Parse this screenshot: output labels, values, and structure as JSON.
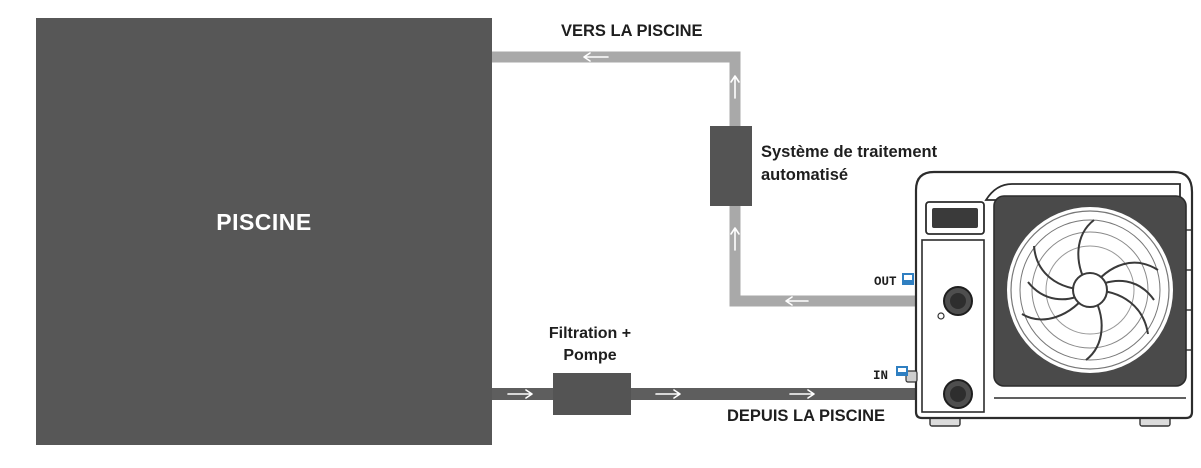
{
  "pool": {
    "label": "PISCINE"
  },
  "return_line": {
    "label": "VERS LA PISCINE"
  },
  "supply_line": {
    "label": "DEPUIS LA PISCINE"
  },
  "treatment_system": {
    "line1": "Système de traitement",
    "line2": "automatisé"
  },
  "filtration": {
    "line1": "Filtration +",
    "line2": "Pompe"
  },
  "heat_pump": {
    "out_label": "OUT",
    "in_label": "IN"
  },
  "colors": {
    "pool": "#575757",
    "return_pipe": "#a9a9a9",
    "supply_pipe": "#5e5e5e",
    "unit_box": "#545454",
    "arrow": "#ffffff",
    "text": "#1e1e1e"
  }
}
